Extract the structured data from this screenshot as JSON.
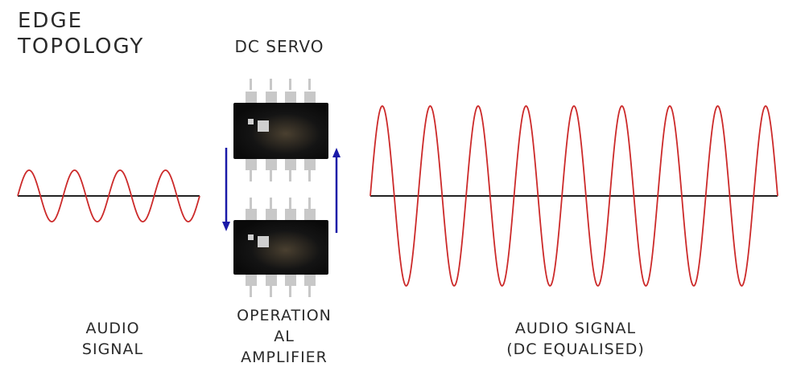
{
  "title": {
    "line1": "EDGE",
    "line2": "TOPOLOGY"
  },
  "servo_label": "DC SERVO",
  "opamp_label": {
    "line1": "OPERATION",
    "line2": "AL",
    "line3": "AMPLIFIER"
  },
  "input_label": {
    "line1": "AUDIO",
    "line2": "SIGNAL"
  },
  "output_label": {
    "line1": "AUDIO SIGNAL",
    "line2": "(DC EQUALISED)"
  },
  "colors": {
    "wave": "#cc2a2a",
    "axis": "#222222",
    "arrow": "#1a1aa8",
    "chip_body": "#111111",
    "chip_pin": "#c8c8c8"
  },
  "waves": {
    "input": {
      "cycles": 4,
      "relative_amplitude": 1
    },
    "output": {
      "cycles": 8.5,
      "relative_amplitude": 3.5
    }
  }
}
